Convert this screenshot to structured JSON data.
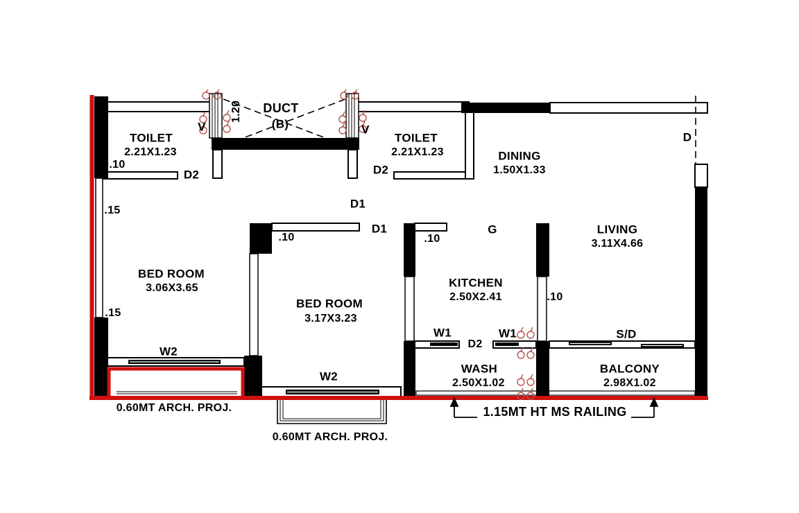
{
  "rooms": [
    {
      "name": "TOILET",
      "dims": "2.21X1.23"
    },
    {
      "name": "DUCT",
      "dims": "(B)"
    },
    {
      "name": "TOILET",
      "dims": "2.21X1.23"
    },
    {
      "name": "DINING",
      "dims": "1.50X1.33"
    },
    {
      "name": "LIVING",
      "dims": "3.11X4.66"
    },
    {
      "name": "BED ROOM",
      "dims": "3.06X3.65"
    },
    {
      "name": "BED ROOM",
      "dims": "3.17X3.23"
    },
    {
      "name": "KITCHEN",
      "dims": "2.50X2.41"
    },
    {
      "name": "WASH",
      "dims": "2.50X1.02"
    },
    {
      "name": "BALCONY",
      "dims": "2.98X1.02"
    }
  ],
  "openings": {
    "ventilator_left": "V",
    "ventilator_right": "V",
    "door_d1_upper": "D1",
    "door_d1_lower": "D1",
    "door_d2_toilet_left": "D2",
    "door_d2_toilet_right": "D2",
    "door_d2_wash": "D2",
    "window_w1_left": "W1",
    "window_w1_right": "W1",
    "window_w2_bedroom_left": "W2",
    "window_w2_bedroom_center": "W2",
    "gas_point": "G",
    "sliding_door": "S/D",
    "door_top_right": "D"
  },
  "wall_thickness": {
    "toilet_left": ".10",
    "bedroom_left_upper": ".15",
    "bedroom_left_lower": ".15",
    "bedroom_center": ".10",
    "kitchen": ".10",
    "living": ".10",
    "duct_width": "1.20"
  },
  "annotations": {
    "arch_projection_left": "0.60MT ARCH. PROJ.",
    "arch_projection_center": "0.60MT ARCH. PROJ.",
    "railing": "1.15MT HT MS RAILING"
  },
  "colors": {
    "wall_black": "#000000",
    "boundary_red": "#cf1110",
    "fixture_red": "#b5524e"
  }
}
